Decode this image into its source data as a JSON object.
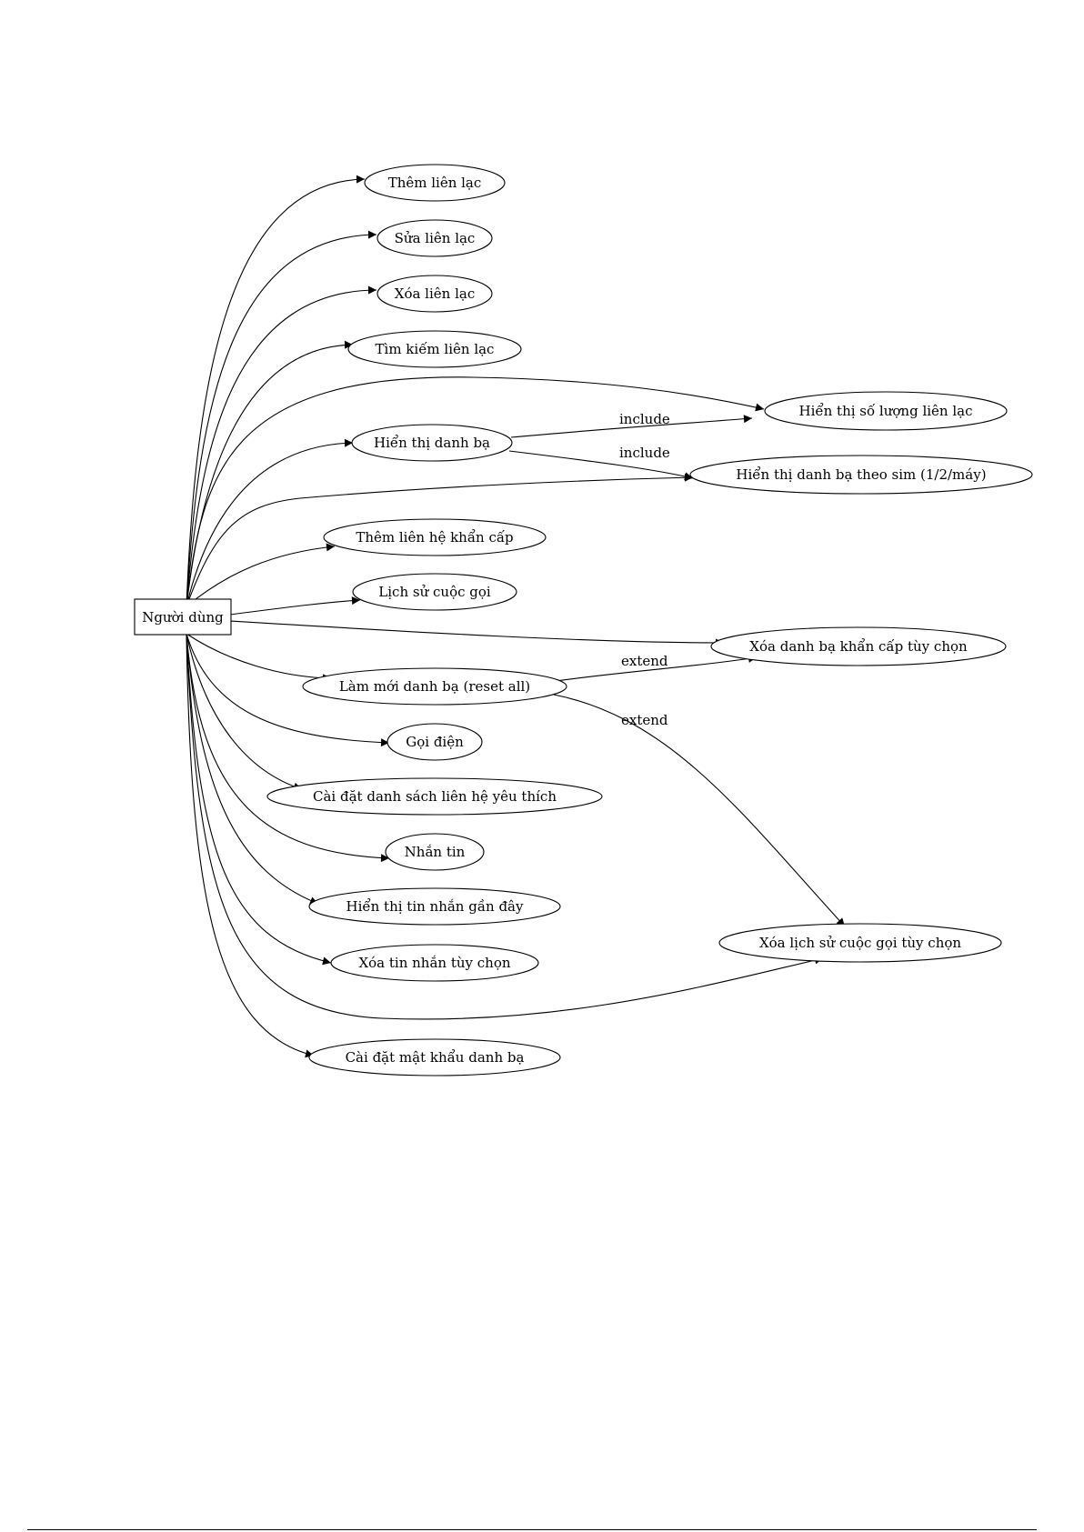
{
  "diagram": {
    "actor": {
      "id": "user",
      "label": "Người dùng"
    },
    "use_cases": [
      {
        "id": "them",
        "label": "Thêm liên lạc"
      },
      {
        "id": "sua",
        "label": "Sửa liên lạc"
      },
      {
        "id": "xoa",
        "label": "Xóa liên lạc"
      },
      {
        "id": "timkiem",
        "label": "Tìm kiếm liên lạc"
      },
      {
        "id": "hienthi_soluong",
        "label": "Hiển thị số lượng liên lạc"
      },
      {
        "id": "hienthi_danhba",
        "label": "Hiển thị danh bạ"
      },
      {
        "id": "hienthi_sim",
        "label": "Hiển thị danh bạ theo sim (1/2/máy)"
      },
      {
        "id": "themkhancap",
        "label": "Thêm liên hệ khẩn cấp"
      },
      {
        "id": "lichsu",
        "label": "Lịch sử cuộc gọi"
      },
      {
        "id": "xoakhancap",
        "label": "Xóa danh bạ khẩn cấp tùy chọn"
      },
      {
        "id": "lammoi",
        "label": "Làm mới danh bạ (reset all)"
      },
      {
        "id": "goidien",
        "label": "Gọi điện"
      },
      {
        "id": "yeuthich",
        "label": "Cài đặt danh sách liên hệ yêu thích"
      },
      {
        "id": "nhantin",
        "label": "Nhắn tin"
      },
      {
        "id": "tinnhangan",
        "label": "Hiển thị tin nhắn gần đây"
      },
      {
        "id": "xoatinnhan",
        "label": "Xóa tin nhắn tùy chọn"
      },
      {
        "id": "xoalichsu",
        "label": "Xóa lịch sử cuộc gọi tùy chọn"
      },
      {
        "id": "matkhau",
        "label": "Cài đặt mật khẩu danh bạ"
      }
    ],
    "relations": [
      {
        "from": "hienthi_danhba",
        "to": "hienthi_soluong",
        "label": "include"
      },
      {
        "from": "hienthi_danhba",
        "to": "hienthi_sim",
        "label": "include"
      },
      {
        "from": "lammoi",
        "to": "xoakhancap",
        "label": "extend"
      },
      {
        "from": "lammoi",
        "to": "xoalichsu",
        "label": "extend"
      }
    ]
  }
}
